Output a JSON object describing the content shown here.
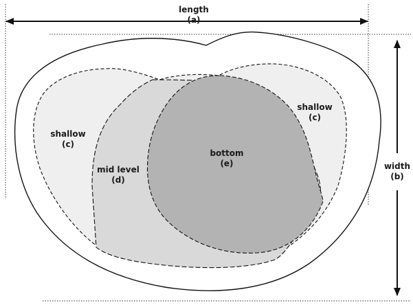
{
  "dimensions": {
    "length": {
      "name": "length",
      "code": "(a)"
    },
    "width": {
      "name": "width",
      "code": "(b)"
    }
  },
  "zones": {
    "shallow_left": {
      "name": "shallow",
      "code": "(c)"
    },
    "shallow_right": {
      "name": "shallow",
      "code": "(c)"
    },
    "mid": {
      "name": "mid level",
      "code": "(d)"
    },
    "bottom": {
      "name": "bottom",
      "code": "(e)"
    }
  },
  "colors": {
    "outline": "#111111",
    "shallow_fill": "#efefef",
    "mid_fill": "#d9d9d9",
    "bottom_fill": "#b3b3b3"
  }
}
